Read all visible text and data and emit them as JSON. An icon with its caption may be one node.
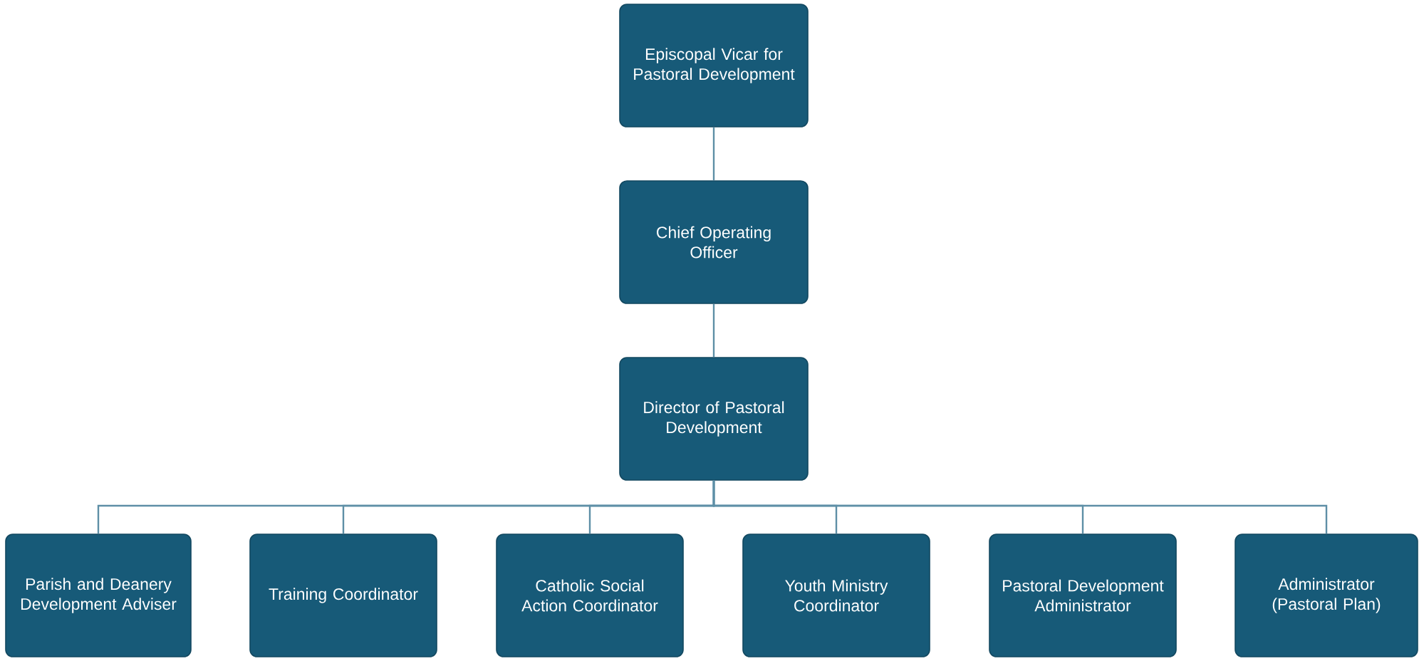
{
  "diagram": {
    "nodes": [
      {
        "text": [
          "Episcopal Vicar for Pastoral Development"
        ]
      },
      {
        "text": [
          "Chief Operating Officer"
        ]
      },
      {
        "text": [
          "Director of Pastoral Development"
        ]
      },
      {
        "text": [
          "Parish and Deanery Development Adviser"
        ]
      },
      {
        "text": [
          "Training Coordinator"
        ]
      },
      {
        "text": [
          "Catholic Social Action Coordinator"
        ]
      },
      {
        "text": [
          "Youth Ministry Coordinator"
        ]
      },
      {
        "text": [
          "Pastoral Development Administrator"
        ]
      },
      {
        "text": [
          "Administrator (Pastoral Plan)"
        ]
      }
    ],
    "edges": [
      {
        "from": 0,
        "to": 1,
        "arrow": "none"
      },
      {
        "from": 1,
        "to": 2,
        "arrow": "none"
      },
      {
        "from": 2,
        "to": 3,
        "arrow": "none"
      },
      {
        "from": 2,
        "to": 4,
        "arrow": "none"
      },
      {
        "from": 2,
        "to": 5,
        "arrow": "none"
      },
      {
        "from": 2,
        "to": 6,
        "arrow": "none"
      },
      {
        "from": 2,
        "to": 7,
        "arrow": "none"
      },
      {
        "from": 2,
        "to": 8,
        "arrow": "none"
      }
    ]
  }
}
